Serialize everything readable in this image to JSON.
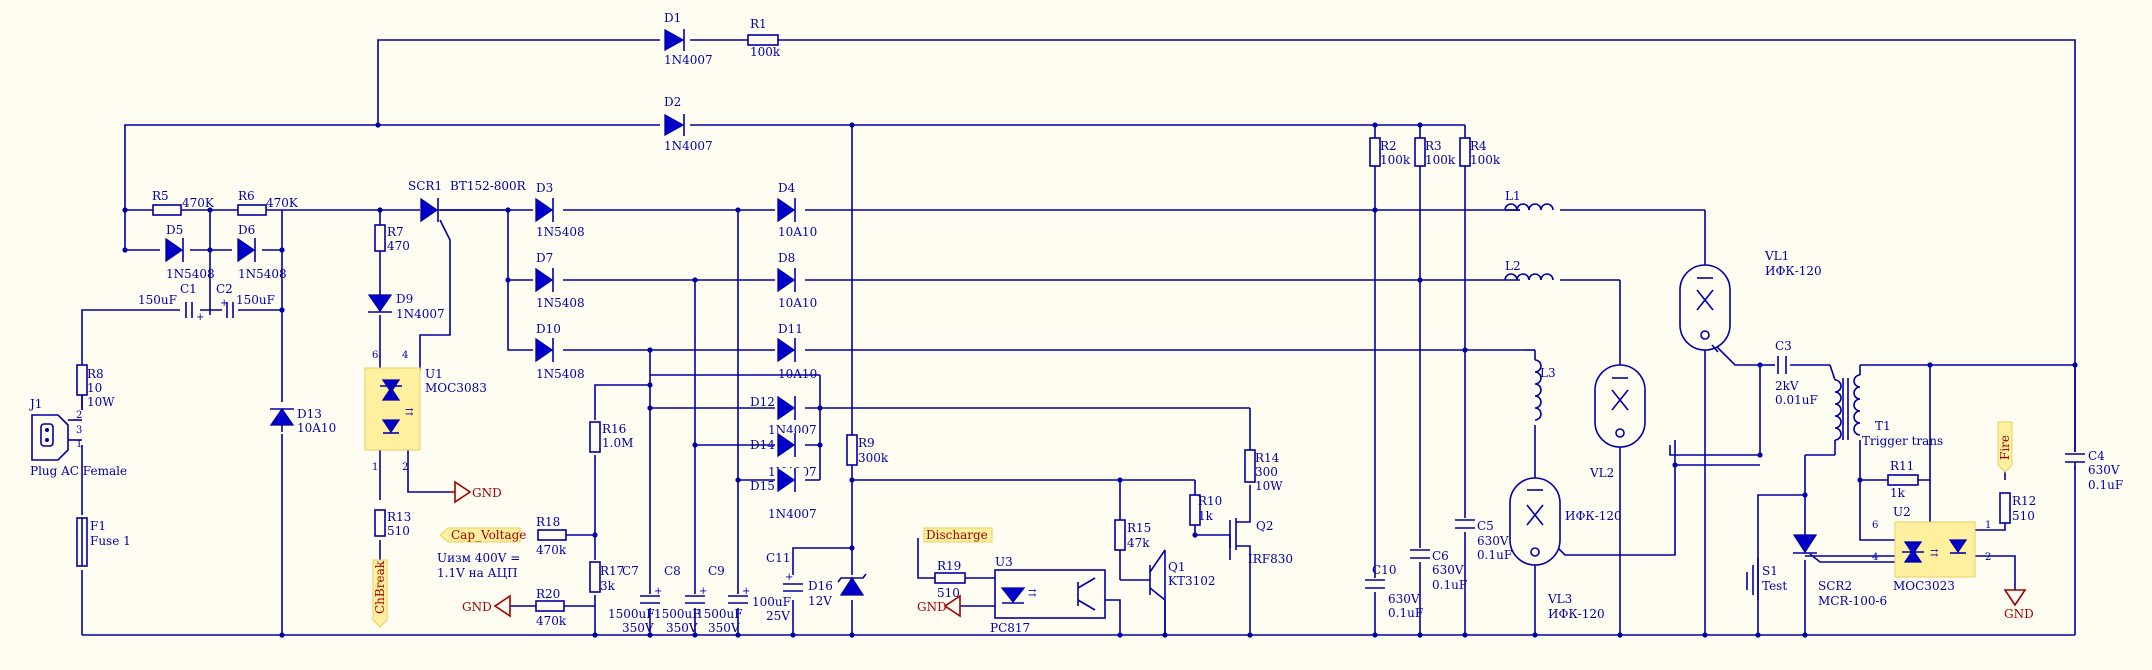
{
  "components": {
    "D1": {
      "ref": "D1",
      "value": "1N4007"
    },
    "R1": {
      "ref": "R1",
      "value": "100k"
    },
    "D2": {
      "ref": "D2",
      "value": "1N4007"
    },
    "R5": {
      "ref": "R5",
      "value": "470K"
    },
    "R6": {
      "ref": "R6",
      "value": "470K"
    },
    "D5": {
      "ref": "D5",
      "value": "1N5408"
    },
    "D6": {
      "ref": "D6",
      "value": "1N5408"
    },
    "C1": {
      "ref": "C1",
      "value": "150uF"
    },
    "C2": {
      "ref": "C2",
      "value": "150uF"
    },
    "R8": {
      "ref": "R8",
      "value": "10",
      "value2": "10W"
    },
    "J1": {
      "ref": "J1",
      "value": "Plug AC Female",
      "pins": [
        "1",
        "2",
        "3"
      ]
    },
    "F1": {
      "ref": "F1",
      "value": "Fuse 1"
    },
    "D13": {
      "ref": "D13",
      "value": "10A10"
    },
    "SCR1": {
      "ref": "SCR1",
      "value": "BT152-800R"
    },
    "R7": {
      "ref": "R7",
      "value": "470"
    },
    "D9": {
      "ref": "D9",
      "value": "1N4007"
    },
    "U1": {
      "ref": "U1",
      "value": "MOC3083",
      "pins": [
        "6",
        "4",
        "1",
        "2"
      ]
    },
    "R13": {
      "ref": "R13",
      "value": "510"
    },
    "D3": {
      "ref": "D3",
      "value": "1N5408"
    },
    "D7": {
      "ref": "D7",
      "value": "1N5408"
    },
    "D10": {
      "ref": "D10",
      "value": "1N5408"
    },
    "D4": {
      "ref": "D4",
      "value": "10A10"
    },
    "D8": {
      "ref": "D8",
      "value": "10A10"
    },
    "D11": {
      "ref": "D11",
      "value": "10A10"
    },
    "D12": {
      "ref": "D12",
      "value": "1N4007"
    },
    "D14": {
      "ref": "D14",
      "value": "1N4007"
    },
    "D15": {
      "ref": "D15",
      "value": "1N4007"
    },
    "R16": {
      "ref": "R16",
      "value": "1.0M"
    },
    "R18": {
      "ref": "R18",
      "value": "470k"
    },
    "R17": {
      "ref": "R17",
      "value": "3k"
    },
    "R20": {
      "ref": "R20",
      "value": "470k"
    },
    "C7": {
      "ref": "C7",
      "value": "1500uF",
      "value2": "350V"
    },
    "C8": {
      "ref": "C8",
      "value": "1500uF",
      "value2": "350V"
    },
    "C9": {
      "ref": "C9",
      "value": "1500uF",
      "value2": "350V"
    },
    "C11": {
      "ref": "C11",
      "value": "100uF",
      "value2": "25V"
    },
    "D16": {
      "ref": "D16",
      "value": "12V"
    },
    "R9": {
      "ref": "R9",
      "value": "300k"
    },
    "R19": {
      "ref": "R19",
      "value": "510"
    },
    "U3": {
      "ref": "U3",
      "value": "PC817"
    },
    "R15": {
      "ref": "R15",
      "value": "47k"
    },
    "R10": {
      "ref": "R10",
      "value": "1k"
    },
    "Q1": {
      "ref": "Q1",
      "value": "KT3102"
    },
    "R14": {
      "ref": "R14",
      "value": "300",
      "value2": "10W"
    },
    "Q2": {
      "ref": "Q2",
      "value": "IRF830"
    },
    "R2": {
      "ref": "R2",
      "value": "100k"
    },
    "R3": {
      "ref": "R3",
      "value": "100k"
    },
    "R4": {
      "ref": "R4",
      "value": "100k"
    },
    "C10": {
      "ref": "C10",
      "value": "630V",
      "value2": "0.1uF"
    },
    "C6": {
      "ref": "C6",
      "value": "630V",
      "value2": "0.1uF"
    },
    "C5": {
      "ref": "C5",
      "value": "630V",
      "value2": "0.1uF"
    },
    "L1": {
      "ref": "L1"
    },
    "L2": {
      "ref": "L2"
    },
    "L3": {
      "ref": "L3"
    },
    "VL1": {
      "ref": "VL1",
      "value": "ИФК-120"
    },
    "VL2": {
      "ref": "VL2"
    },
    "VL3": {
      "ref": "VL3",
      "value": "ИФК-120"
    },
    "VL3b": {
      "value": "ИФК-120"
    },
    "C3": {
      "ref": "C3",
      "value": "2kV",
      "value2": "0.01uF"
    },
    "T1": {
      "ref": "T1",
      "value": "Trigger trans"
    },
    "C4": {
      "ref": "C4",
      "value": "630V",
      "value2": "0.1uF"
    },
    "R11": {
      "ref": "R11",
      "value": "1k"
    },
    "R12": {
      "ref": "R12",
      "value": "510"
    },
    "U2": {
      "ref": "U2",
      "value": "MOC3023",
      "pins": [
        "6",
        "4",
        "1",
        "2"
      ]
    },
    "SCR2": {
      "ref": "SCR2",
      "value": "MCR-100-6"
    },
    "S1": {
      "ref": "S1",
      "value": "Test"
    }
  },
  "net_labels": {
    "cap_voltage": "Cap_Voltage",
    "discharge": "Discharge",
    "chbreak": "ChBreak",
    "fire": "Fire"
  },
  "gnd_label": "GND",
  "note_line1": "Uизм 400V =",
  "note_line2": "1.1V на АЦП",
  "colors": {
    "wire": "#0000a8",
    "background": "#fffdf1",
    "gnd": "#a00000",
    "tag": "#fff0a0"
  }
}
